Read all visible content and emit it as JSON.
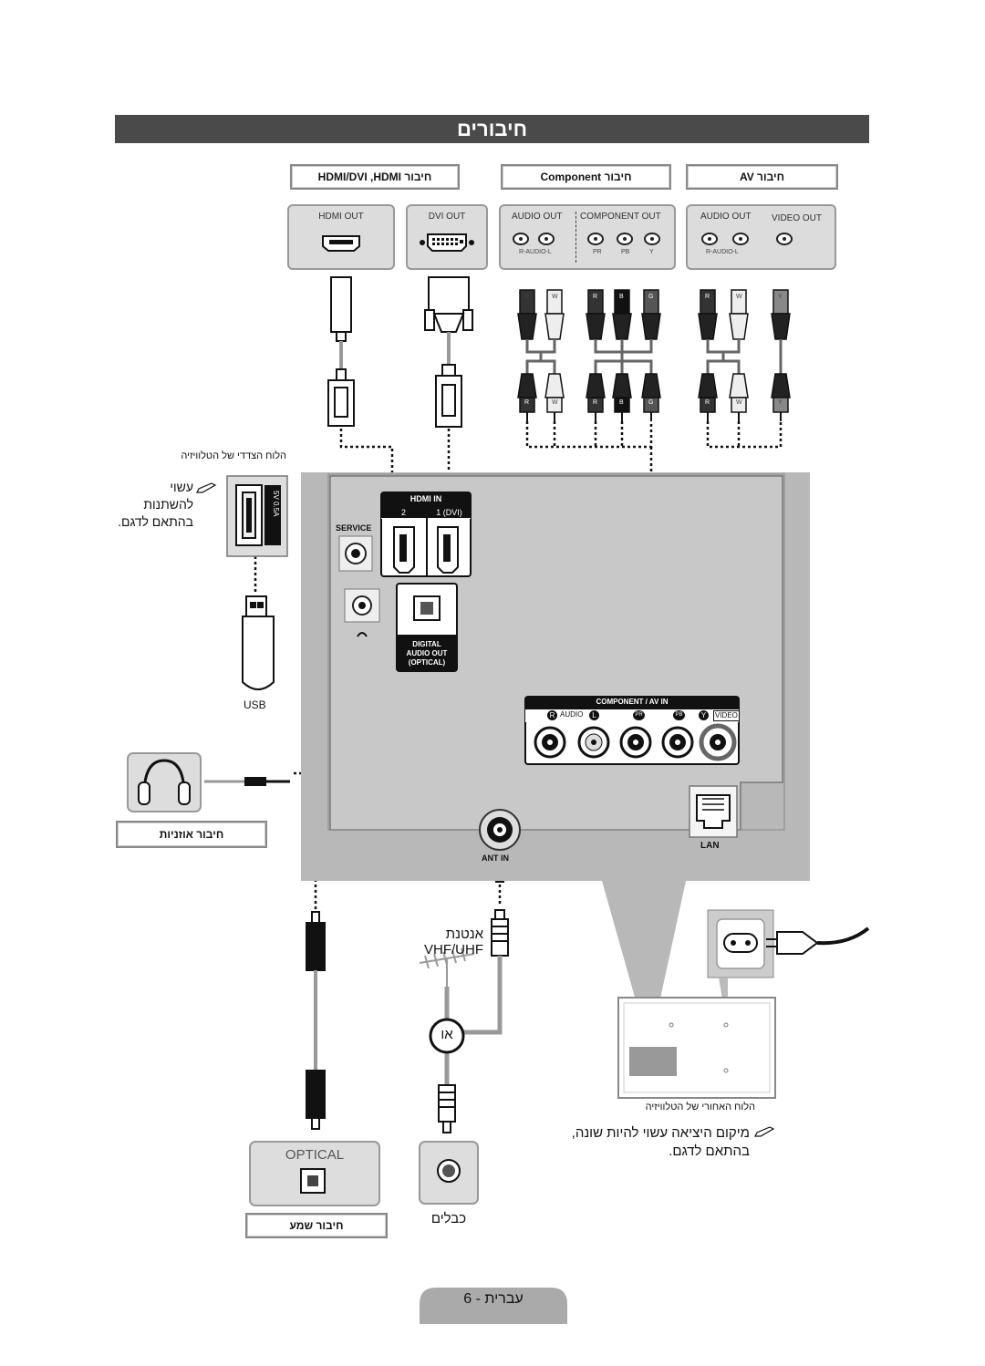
{
  "title": "חיבורים",
  "connection_labels": {
    "hdmi": "חיבור HDMI/DVI ,HDMI",
    "component": "חיבור Component",
    "av": "חיבור AV",
    "headphones": "חיבור אוזניות",
    "audio": "חיבור שמע"
  },
  "source_ports": {
    "hdmi_out": "HDMI OUT",
    "dvi_out": "DVI OUT",
    "audio_out_1": "AUDIO OUT",
    "component_out": "COMPONENT OUT",
    "audio_out_2": "AUDIO OUT",
    "video_out": "VIDEO OUT",
    "r_audio_l_1": "R-AUDIO-L",
    "r_audio_l_2": "R-AUDIO-L",
    "pr": "PR",
    "pb": "PB",
    "y": "Y"
  },
  "cable_letters": {
    "comp_top": [
      "R",
      "W",
      "R",
      "B",
      "G"
    ],
    "av_top": [
      "R",
      "W",
      "Y"
    ],
    "comp_bottom": [
      "R",
      "W",
      "R",
      "B",
      "G"
    ],
    "av_bottom": [
      "R",
      "W",
      "Y"
    ]
  },
  "notes": {
    "usb_side_caption": "הלוח הצדדי של הטלוויזיה",
    "usb_note_1": "עשוי",
    "usb_note_2": "להשתנות",
    "usb_note_3": "בהתאם לדגם.",
    "usb_label": "USB",
    "usb_port_label": "5V 0.5A",
    "antenna_label": "אנטנת VHF/UHF",
    "or_label": "או",
    "cable_label": "כבלים",
    "rear_caption": "הלוח האחורי של הטלוויזיה",
    "rear_note_1": "מיקום היציאה עשוי להיות שונה,",
    "rear_note_2": "בהתאם לדגם."
  },
  "tv_panel": {
    "hdmi_in": "HDMI IN",
    "hdmi_2": "2",
    "hdmi_1": "1 (DVI)",
    "service": "SERVICE",
    "digital": "DIGITAL",
    "audio_out": "AUDIO OUT",
    "optical": "(OPTICAL)",
    "component_av_in": "COMPONENT / AV IN",
    "audio": "AUDIO",
    "r": "R",
    "l": "L",
    "pr": "PR",
    "pb": "PB",
    "y": "Y",
    "video": "VIDEO",
    "ant_in": "ANT IN",
    "lan": "LAN"
  },
  "optical_device_label": "OPTICAL",
  "footer": "עברית - 6"
}
